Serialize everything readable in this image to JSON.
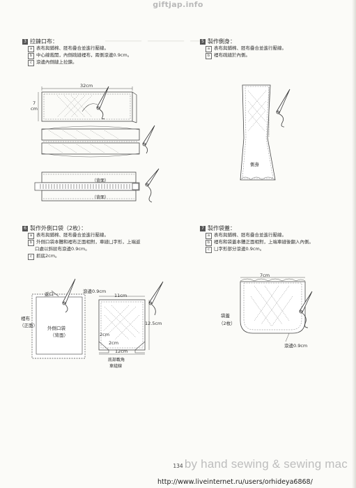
{
  "watermark_top": "giftjap.info",
  "sections": [
    {
      "number": "3",
      "title": "拉鍊口布：",
      "steps": [
        {
          "letter": "a",
          "text": "表布與鋪棉、胚布疊合並進行壓線。"
        },
        {
          "letter": "b",
          "text": "中心線裁開，內側疏縫裡布，兩側滾邊0.9cm。"
        },
        {
          "letter": "c",
          "text": "滾邊內側縫上拉鍊。"
        }
      ]
    },
    {
      "number": "5",
      "title": "製作側身：",
      "steps": [
        {
          "letter": "a",
          "text": "表布與鋪棉、胚布疊合並進行壓線。"
        },
        {
          "letter": "b",
          "text": "裡布疏縫於內側。"
        }
      ]
    },
    {
      "number": "6",
      "title": "製作外側口袋（2枚）：",
      "steps": [
        {
          "letter": "a",
          "text": "表布與鋪棉、胚布疊合並進行壓線。"
        },
        {
          "letter": "b",
          "text": "外側口袋本體和裡布正面相對，車縫凵字形，上端返",
          "cont": "口處以斜紋布滾邊0.9cm。"
        },
        {
          "letter": "c",
          "text": "抓底2cm。"
        }
      ]
    },
    {
      "number": "7",
      "title": "製作袋蓋：",
      "steps": [
        {
          "letter": "a",
          "text": "表布與鋪棉、胚布疊合並進行壓線。"
        },
        {
          "letter": "b",
          "text": "裡布和袋蓋本體正面相對，上端車縫後翻入內側。"
        },
        {
          "letter": "c",
          "text": "凵字形部分滾邊0.9cm。"
        }
      ]
    }
  ],
  "diagram_labels": {
    "zip_width": "32cm",
    "zip_height": "7",
    "zip_height_unit": "cm",
    "back_top": "（背面）",
    "back_bottom": "（背面）",
    "side_panel": "側身",
    "return_opening": "返口",
    "binding_pocket": "滾邊0.9cm",
    "lining_1": "裡布",
    "lining_2": "（正面）",
    "pocket_front_1": "外側口袋",
    "pocket_front_2": "（背面）",
    "width_11": "11cm",
    "height_125": "12.5cm",
    "dart_2cm_a": "2cm",
    "dart_2cm_b": "2cm",
    "width_12": "12cm",
    "sew_note_1": "底部載角",
    "sew_note_2": "車縫線",
    "flap_width": "7cm",
    "flap_1": "袋蓋",
    "flap_2": "（2枚）",
    "binding_flap": "滾邊0.9cm"
  },
  "page_number": "134",
  "footer_text": "by hand sewing & sewing mac",
  "url": "http://www.liveinternet.ru/users/orhideya6868/"
}
